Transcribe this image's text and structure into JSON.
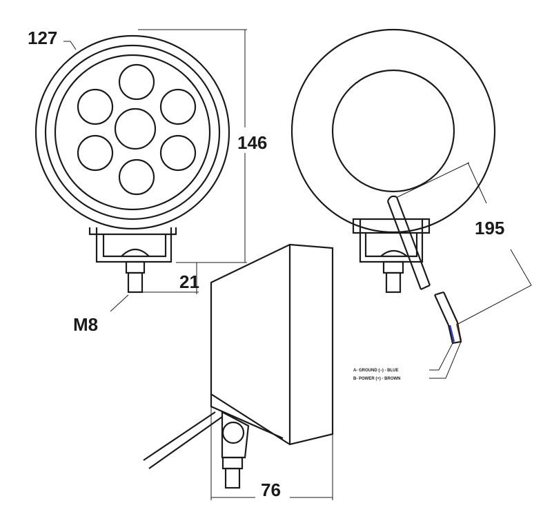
{
  "dimensions": {
    "width_label": "127",
    "height_label": "146",
    "stud_offset_label": "21",
    "thread_label": "M8",
    "cable_label": "195",
    "depth_label": "76"
  },
  "wiring": {
    "wire_a": "A- GROUND (−) - BLUE",
    "wire_b": "B- POWER (+) - BROWN",
    "colors": {
      "blue": "#3a3ad6",
      "brown": "#b0452a"
    }
  },
  "led_count": 7
}
